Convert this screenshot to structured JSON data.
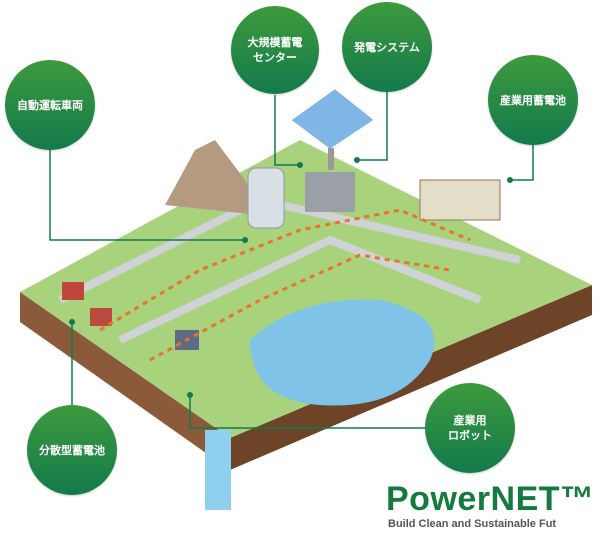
{
  "labels": {
    "autonomous_vehicle": "自動運転車両",
    "large_storage": "大規模蓄電\nセンター",
    "power_generation": "発電システム",
    "industrial_battery": "産業用蓄電池",
    "distributed_battery": "分散型蓄電池",
    "industrial_robot": "産業用\nロボット"
  },
  "logo": {
    "name": "PowerNET™",
    "tagline": "Build Clean and Sustainable Fut"
  },
  "colors": {
    "bubble_top": "#3d9a3c",
    "bubble_bottom": "#137a4c",
    "ground": "#a9d27c",
    "soil": "#8a5a3a",
    "lake": "#7fc4e8",
    "grid_line": "#e8742a",
    "logo": "#157a3e"
  }
}
